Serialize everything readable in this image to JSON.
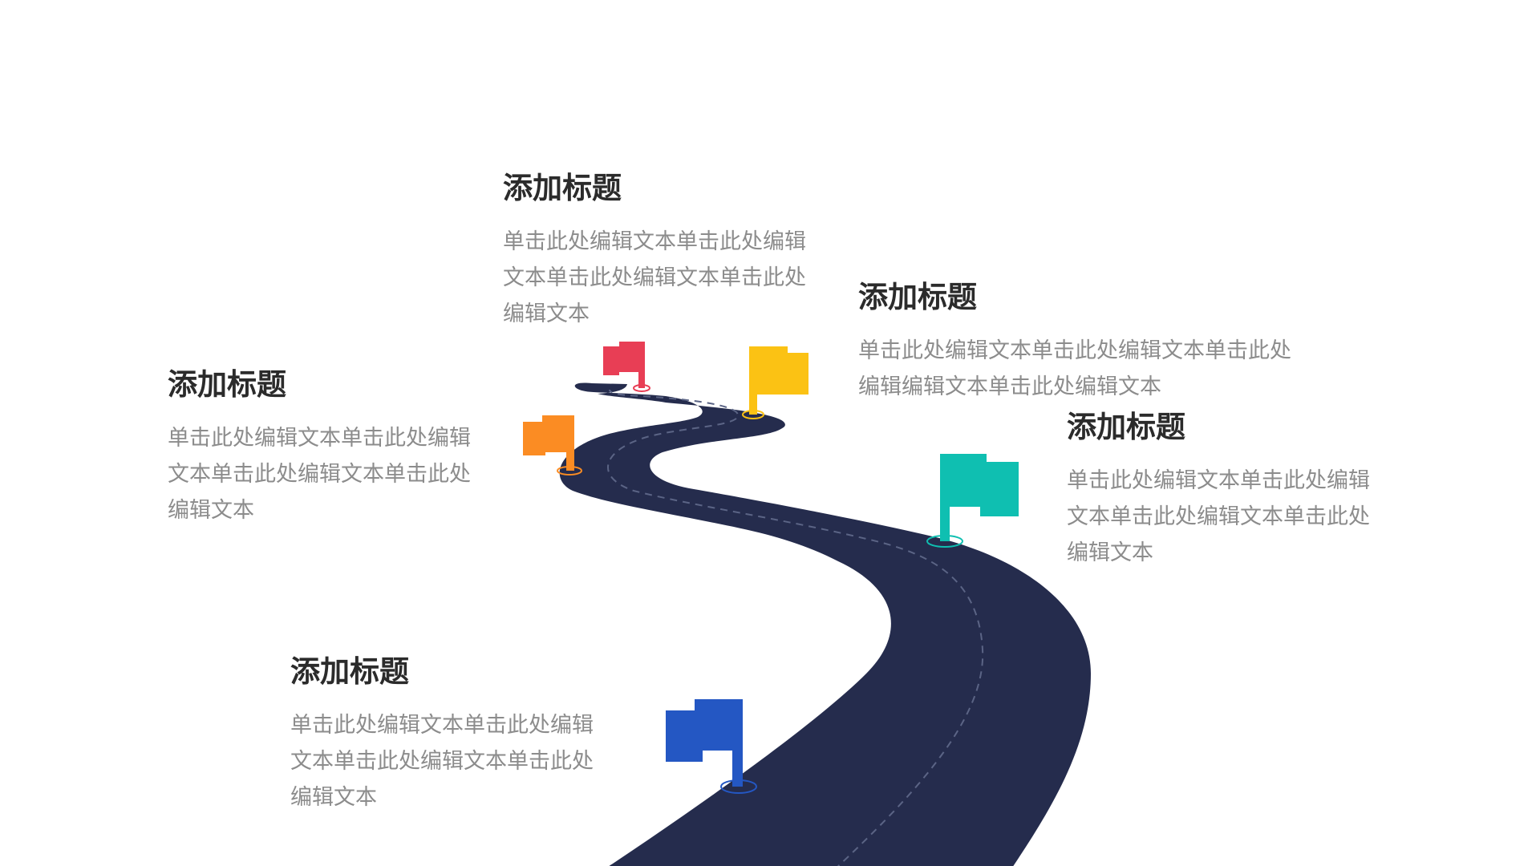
{
  "colors": {
    "road": "#252c4d",
    "lane": "#5b6485",
    "flag_red": "#e83e55",
    "flag_yellow": "#fbc214",
    "flag_orange": "#fb8c23",
    "flag_teal": "#0fbfb1",
    "flag_blue": "#2457c3"
  },
  "milestones": [
    {
      "title": "添加标题",
      "body": "单击此处编辑文本单击此处编辑文本单击此处编辑文本单击此处编辑文本",
      "flag_color": "red"
    },
    {
      "title": "添加标题",
      "body": "单击此处编辑文本单击此处编辑文本单击此处编辑编辑文本单击此处编辑文本",
      "flag_color": "yellow"
    },
    {
      "title": "添加标题",
      "body": "单击此处编辑文本单击此处编辑文本单击此处编辑文本单击此处编辑文本",
      "flag_color": "orange"
    },
    {
      "title": "添加标题",
      "body": "单击此处编辑文本单击此处编辑文本单击此处编辑文本单击此处编辑文本",
      "flag_color": "teal"
    },
    {
      "title": "添加标题",
      "body": "单击此处编辑文本单击此处编辑文本单击此处编辑文本单击此处编辑文本",
      "flag_color": "blue"
    }
  ]
}
